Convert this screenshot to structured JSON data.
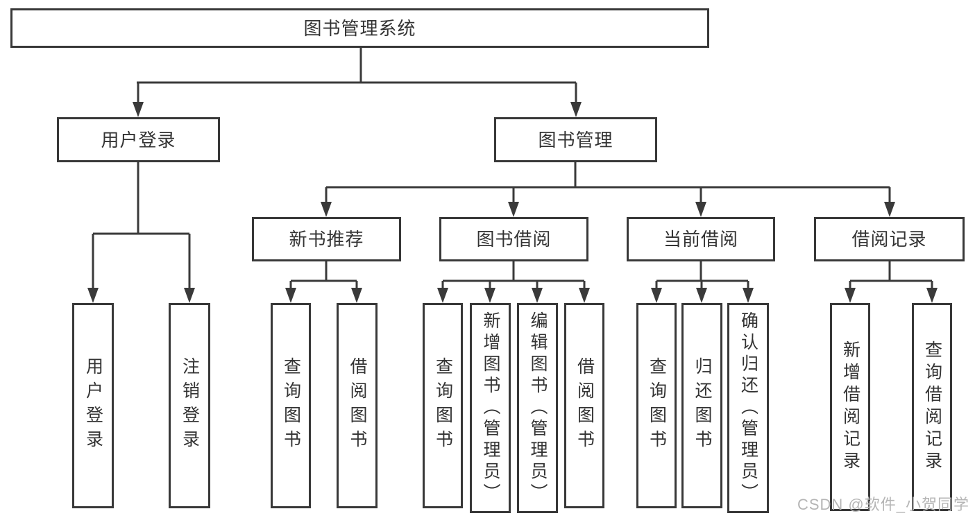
{
  "diagram": {
    "root": "图书管理系统",
    "level2": [
      "用户登录",
      "图书管理"
    ],
    "level3": [
      "新书推荐",
      "图书借阅",
      "当前借阅",
      "借阅记录"
    ],
    "leaves": {
      "user_login": [
        "用户登录",
        "注销登录"
      ],
      "new_books": [
        "查询图书",
        "借阅图书"
      ],
      "book_borrow": [
        "查询图书",
        "新增图书（管理员）",
        "编辑图书（管理员）",
        "借阅图书"
      ],
      "current_borrow": [
        "查询图书",
        "归还图书",
        "确认归还（管理员）"
      ],
      "borrow_records": [
        "新增借阅记录",
        "查询借阅记录"
      ]
    }
  },
  "watermark": "CSDN @软件_小贺同学",
  "colors": {
    "line": "#3a3a3a",
    "border": "#383838",
    "text": "#333333",
    "watermark": "#b5b5b5",
    "background": "#ffffff"
  }
}
